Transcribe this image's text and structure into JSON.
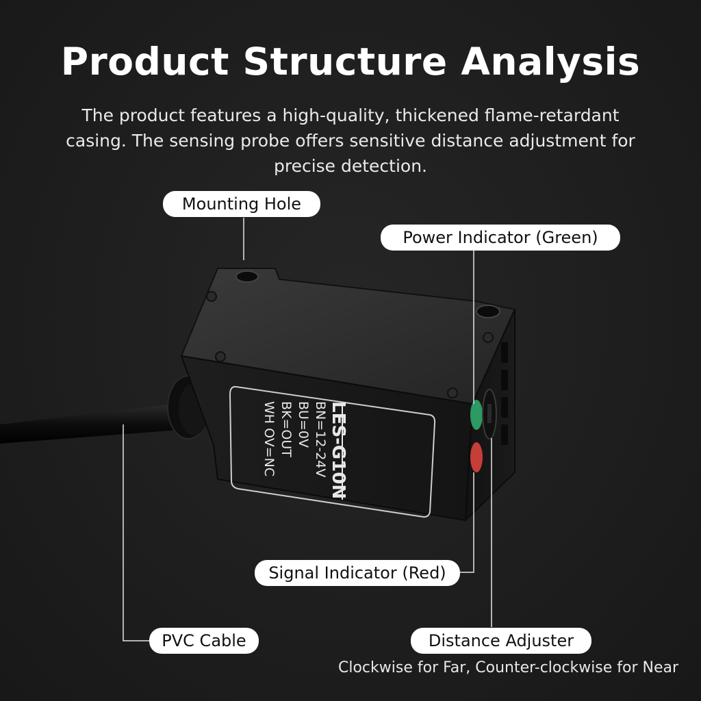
{
  "header": {
    "title": "Product Structure Analysis",
    "subtitle": "The product features a high-quality, thickened flame-retardant casing. The sensing probe offers sensitive distance adjustment for precise detection."
  },
  "callouts": {
    "mounting_hole": "Mounting Hole",
    "power_indicator": "Power Indicator (Green)",
    "signal_indicator": "Signal Indicator (Red)",
    "pvc_cable": "PVC Cable",
    "distance_adjuster": "Distance Adjuster",
    "distance_adjuster_note": "Clockwise for Far, Counter-clockwise for Near"
  },
  "device_label": {
    "model": "LES-G10N",
    "lines": [
      "BN=12-24V",
      "BU=0V",
      "BK=OUT",
      "WH OV=NC"
    ]
  },
  "colors": {
    "background": "#1d1d1d",
    "indicator_green": "#2fa86a",
    "indicator_red": "#d8443c"
  }
}
